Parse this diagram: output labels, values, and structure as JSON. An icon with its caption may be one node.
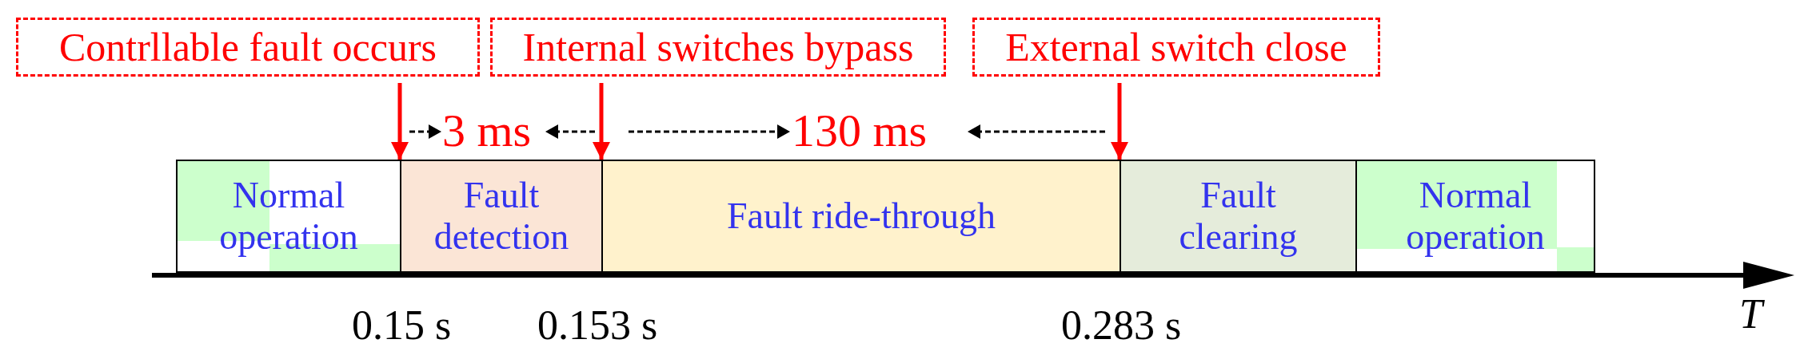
{
  "diagram": {
    "nodes": [
      {
        "text": [
          "Contrllable fault occurs"
        ]
      },
      {
        "text": [
          "Internal switches bypass"
        ]
      },
      {
        "text": [
          "External switch close"
        ]
      },
      {
        "text": [
          "Normal operation"
        ]
      },
      {
        "text": [
          "Fault detection"
        ]
      },
      {
        "text": [
          "Fault ride-through"
        ]
      },
      {
        "text": [
          "Fault clearing"
        ]
      },
      {
        "text": [
          "Normal operation"
        ]
      }
    ],
    "edges": [
      {
        "from": 0,
        "to": 4,
        "arrow": "to",
        "color": "#ff0000"
      },
      {
        "from": 1,
        "to": 5,
        "arrow": "to",
        "color": "#ff0000"
      },
      {
        "from": 2,
        "to": 6,
        "arrow": "to",
        "color": "#ff0000"
      }
    ],
    "labels": [
      "3 ms",
      "130 ms",
      "0.15 s",
      "0.153 s",
      "0.283 s",
      "T"
    ]
  }
}
